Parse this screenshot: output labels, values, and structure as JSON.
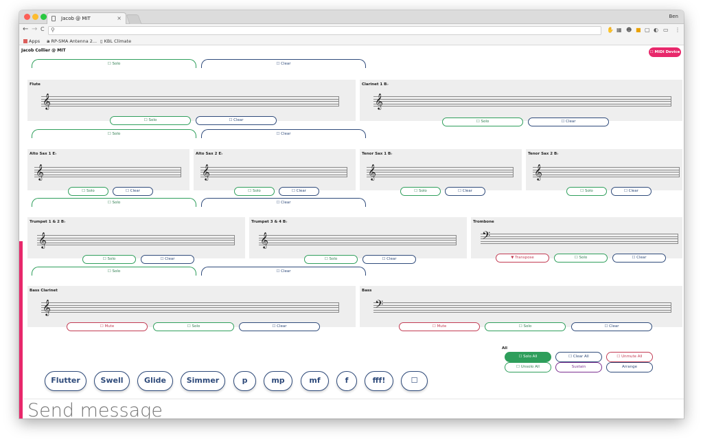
{
  "browser": {
    "tab_title": "Jacob @ MIT",
    "tab_close": "×",
    "user": "Ben",
    "back": "←",
    "forward": "→",
    "reload": "C",
    "search_glyph": "⚲"
  },
  "bookmarks": {
    "apps": "Apps",
    "b1": "RP-SMA Antenna 2...",
    "b2": "KBL Climate"
  },
  "app": {
    "title": "Jacob Collier @ MIT",
    "midi_button": "☐ MIDI Device",
    "all_label": "All",
    "send_placeholder": "Send message"
  },
  "labels": {
    "solo": "☐ Solo",
    "clear": "☐ Clear",
    "mute": "☐ Mute",
    "transpose": "▼ Transpose"
  },
  "instruments": {
    "flute": "Flute",
    "clarinet": "Clarinet 1 B♭",
    "altosax1": "Alto Sax 1 E♭",
    "altosax2": "Alto Sax 2 E♭",
    "tenorsax1": "Tenor Sax 1 B♭",
    "tenorsax2": "Tenor Sax 2 B♭",
    "trumpet12": "Trumpet 1 & 2 B♭",
    "trumpet34": "Trumpet 3 & 4 B♭",
    "trombone": "Trombone",
    "bassclarinet": "Bass Clarinet",
    "bass": "Bass"
  },
  "all_buttons": {
    "solo_all": "☐ Solo All",
    "clear_all": "☐ Clear All",
    "unmute_all": "☐ Unmute All",
    "unsolo_all": "☐ Unsolo All",
    "sustain": "Sustain",
    "arrange": "Arrange"
  },
  "expressions": [
    "Flutter",
    "Swell",
    "Glide",
    "Simmer",
    "p",
    "mp",
    "mf",
    "f",
    "fff!",
    "☐"
  ],
  "colors": {
    "accent": "#e8286b",
    "solo": "#2e9e5b",
    "clear": "#2e4a7a",
    "mute": "#c23a52",
    "sustain": "#7a2e8f"
  }
}
